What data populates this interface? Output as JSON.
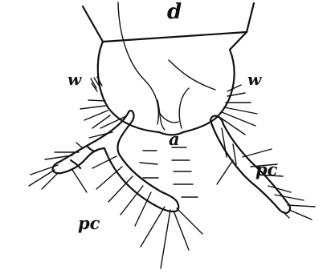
{
  "figure": {
    "labels": {
      "d": "d",
      "w_left": "w",
      "w_right": "w",
      "a": "a",
      "pc_right": "pc",
      "pc_left": "pc"
    },
    "colors": {
      "ink": "#111111",
      "background": "#ffffff"
    }
  }
}
